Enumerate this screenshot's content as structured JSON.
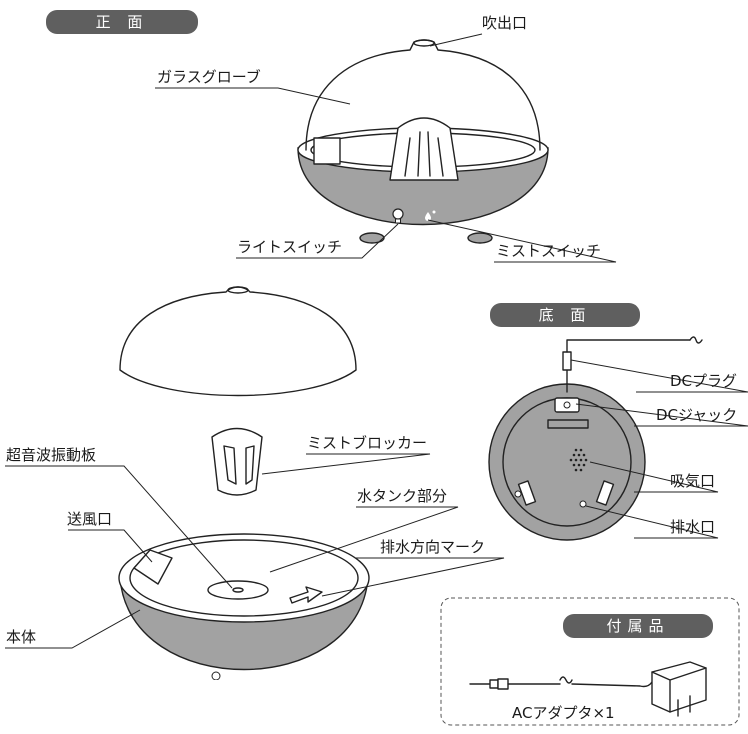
{
  "sections": {
    "front": "正 面",
    "bottom": "底 面",
    "accessory": "付属品"
  },
  "labels": {
    "outlet": "吹出口",
    "glass_globe": "ガラスグローブ",
    "light_switch": "ライトスイッチ",
    "mist_switch": "ミストスイッチ",
    "mist_blocker": "ミストブロッカー",
    "ultrasonic_plate": "超音波振動板",
    "air_outlet": "送風口",
    "water_tank": "水タンク部分",
    "drain_mark": "排水方向マーク",
    "main_body": "本体",
    "dc_plug": "DCプラグ",
    "dc_jack": "DCジャック",
    "air_intake": "吸気口",
    "drain_port": "排水口",
    "ac_adapter": "ACアダプタ×1"
  },
  "icons": [
    "light-bulb-icon",
    "water-drop-icon",
    "drain-arrow-icon"
  ],
  "colors": {
    "body": "#a2a2a2",
    "pill": "#5f5f5f",
    "line": "#222222"
  }
}
